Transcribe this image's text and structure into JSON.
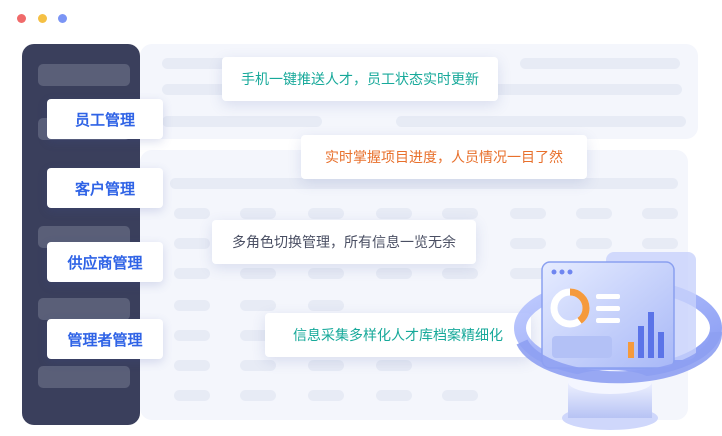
{
  "sidebar": {
    "items": [
      {
        "label": "员工管理"
      },
      {
        "label": "客户管理"
      },
      {
        "label": "供应商管理"
      },
      {
        "label": "管理者管理"
      }
    ]
  },
  "features": [
    {
      "text": "手机一键推送人才，员工状态实时更新",
      "color": "#17a99a"
    },
    {
      "text": "实时掌握项目进度，人员情况一目了然",
      "color": "#e8702c"
    },
    {
      "text": "多角色切换管理，所有信息一览无余",
      "color": "#4a4f63"
    },
    {
      "text": "信息采集多样化人才库档案精细化",
      "color": "#17a99a"
    }
  ],
  "colors": {
    "accent": "#2f63e6",
    "sidebar": "#3a3f5c",
    "window_dots": [
      "#f06a6a",
      "#f5c044",
      "#7b95f5"
    ]
  },
  "icons": [
    "dashboard-monitor-illustration"
  ]
}
